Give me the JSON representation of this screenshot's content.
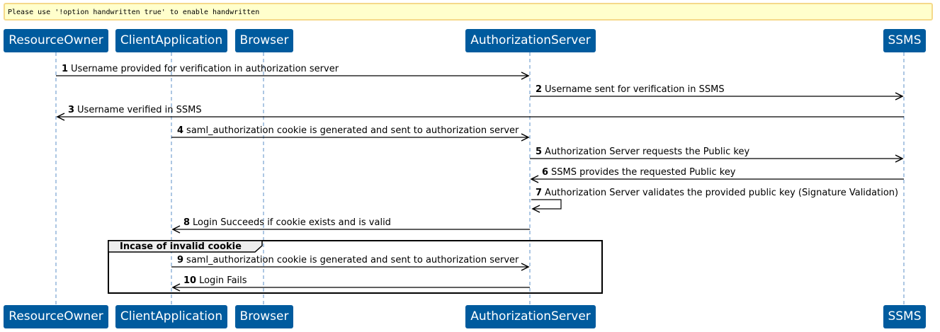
{
  "warning": "Please use '!option handwritten true' to enable handwritten",
  "participants": [
    {
      "name": "ResourceOwner"
    },
    {
      "name": "ClientApplication"
    },
    {
      "name": "Browser"
    },
    {
      "name": "AuthorizationServer"
    },
    {
      "name": "SSMS"
    }
  ],
  "messages": [
    {
      "num": "1",
      "from": 0,
      "to": 3,
      "label": "Username provided for verification in authorization server"
    },
    {
      "num": "2",
      "from": 3,
      "to": 4,
      "label": "Username sent for verification in SSMS"
    },
    {
      "num": "3",
      "from": 4,
      "to": 0,
      "label": "Username verified in SSMS"
    },
    {
      "num": "4",
      "from": 1,
      "to": 3,
      "label": "saml_authorization cookie is generated and sent to authorization server"
    },
    {
      "num": "5",
      "from": 3,
      "to": 4,
      "label": "Authorization Server requests the Public key"
    },
    {
      "num": "6",
      "from": 4,
      "to": 3,
      "label": "SSMS provides the requested Public key"
    },
    {
      "num": "7",
      "from": 3,
      "to": 3,
      "label": "Authorization Server validates the provided public key (Signature Validation)"
    },
    {
      "num": "8",
      "from": 3,
      "to": 1,
      "label": "Login Succeeds if cookie exists and is valid"
    },
    {
      "num": "9",
      "from": 1,
      "to": 3,
      "label": "saml_authorization cookie is generated and sent to authorization server"
    },
    {
      "num": "10",
      "from": 3,
      "to": 1,
      "label": "Login Fails"
    }
  ],
  "group": {
    "label": "Incase of invalid cookie"
  },
  "colors": {
    "participant_fill": "#005b9e",
    "lifeline": "#5b8fc7",
    "warning_fill": "#ffffcc",
    "warning_border": "#f5d98a"
  }
}
